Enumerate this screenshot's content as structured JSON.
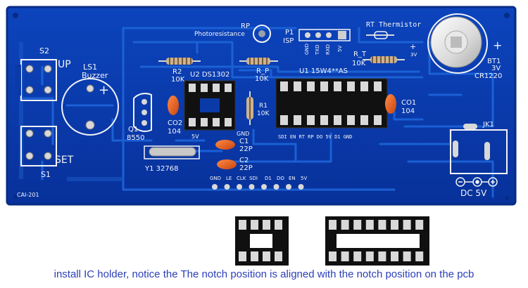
{
  "pcb": {
    "labels": {
      "s2": "S2",
      "up": "UP",
      "ls1": "LS1",
      "buzzer": "Buzzer",
      "rp": "RP",
      "photoresistance": "Photoresistance",
      "p1": "P1",
      "isp": "ISP",
      "isp_pins": [
        "GND",
        "TXD",
        "RXD",
        "5V"
      ],
      "rt_thermistor": "RT Thermistor",
      "r2": "R2",
      "r2_val": "10K",
      "u2": "U2 DS1302",
      "r_p": "R_P",
      "r_p_val": "10K",
      "u1": "U1 15W4**AS",
      "r_t": "R_T",
      "r_t_val": "10K",
      "bt1": "BT1",
      "bt1_v": "3V",
      "bt1_type": "CR1220",
      "r1": "R1",
      "r1_val": "10K",
      "co1": "CO1",
      "co1_val": "104",
      "q1": "Q1",
      "q1_val": "8550",
      "co2": "CO2",
      "co2_val": "104",
      "u2_5v": "5V",
      "u2_gnd": "GND",
      "u1_pins": "SDI EN RT RP DO 5V D1 GND",
      "c1": "C1",
      "c1_val": "22P",
      "c2": "C2",
      "c2_val": "22P",
      "y1": "Y1 32768",
      "jk1": "JK1",
      "set": "SET",
      "s1": "S1",
      "board_id": "CAI-201",
      "bottom_pins": [
        "GND",
        "LE",
        "CLK",
        "SDI",
        "D1",
        "DO",
        "EN",
        "5V"
      ],
      "dc": "DC 5V",
      "plus": "+"
    }
  },
  "caption": "install IC holder, notice the The notch position is aligned with the notch position on the pcb",
  "colors": {
    "board": "#0a3aa8",
    "board_edge": "#072c86",
    "trace": "#1c63d8",
    "silk": "#f2f4f8",
    "caption": "#2b3fb8"
  }
}
